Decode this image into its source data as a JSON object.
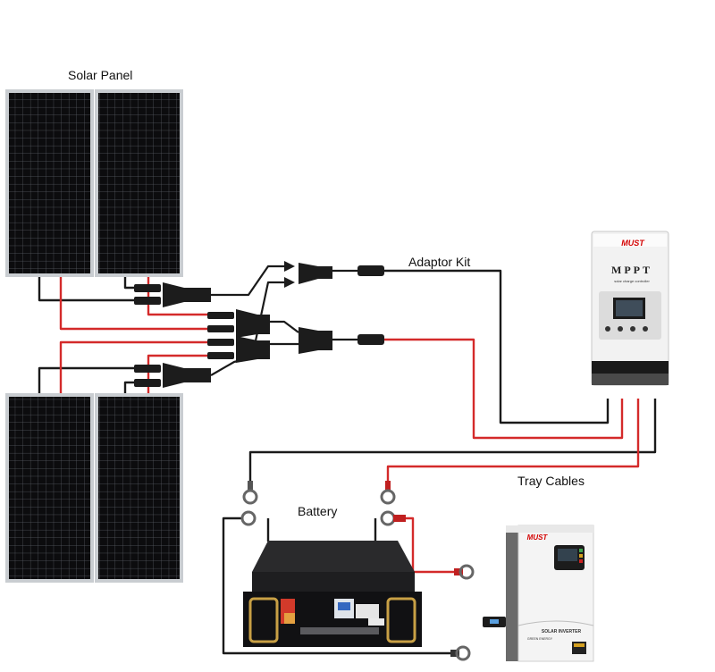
{
  "labels": {
    "solar_panel": "Solar Panel",
    "adaptor_kit": "Adaptor Kit",
    "tray_cables": "Tray Cables",
    "battery": "Battery"
  },
  "controller": {
    "brand": "MUST",
    "model": "MPPT",
    "subtitle": "solar charge controller"
  },
  "inverter": {
    "brand": "MUST",
    "name": "SOLAR INVERTER",
    "tagline": "GREEN ENERGY"
  },
  "colors": {
    "positive_wire": "#d42a2a",
    "negative_wire": "#1a1a1a",
    "panel_cell": "#0d0d0f",
    "panel_frame": "#c9cdd1"
  }
}
